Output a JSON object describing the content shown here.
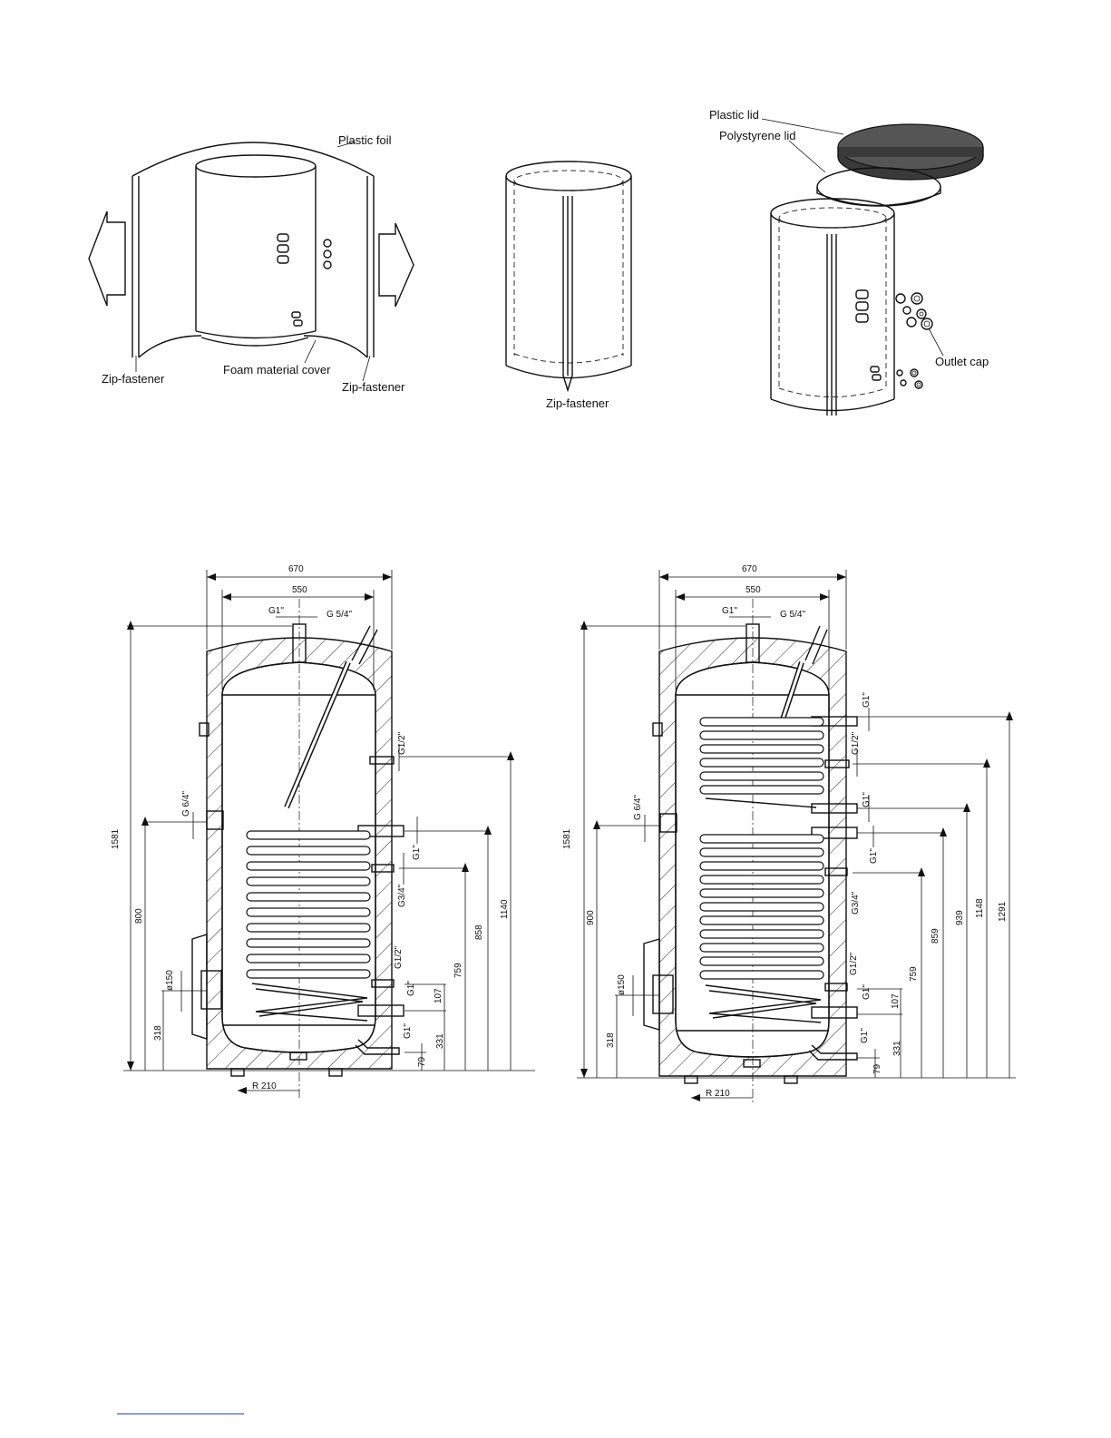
{
  "assembly": {
    "plastic_foil": "Plastic  foil",
    "zip_left": "Zip-fastener",
    "foam_cover": "Foam material cover",
    "zip_right": "Zip-fastener",
    "zip_middle": "Zip-fastener",
    "plastic_lid": "Plastic lid",
    "polystyrene_lid": "Polystyrene lid",
    "outlet_cap": "Outlet cap"
  },
  "drawing_left": {
    "d_outer": "670",
    "d_inner": "550",
    "g1": "G1\"",
    "g54": "G 5/4\"",
    "g12_top": "G1/2\"",
    "g64": "G 6/4\"",
    "g1_coil": "G1\"",
    "g34": "G3/4\"",
    "g12_low": "G1/2\"",
    "g1_low": "G1\"",
    "g1_bottom": "G1\"",
    "d150": "ø150",
    "r210": "R 210",
    "dims": [
      "1581",
      "800",
      "318",
      "1140",
      "858",
      "759",
      "107",
      "331",
      "79"
    ]
  },
  "drawing_right": {
    "d_outer": "670",
    "d_inner": "550",
    "g1": "G1\"",
    "g54": "G 5/4\"",
    "g1_top": "G1\"",
    "g12_top": "G1/2\"",
    "g1_mid": "G1\"",
    "g1_mid2": "G1\"",
    "g64": "G 6/4\"",
    "g34": "G3/4\"",
    "g12_low": "G1/2\"",
    "g1_low": "G1\"",
    "g1_bottom": "G1\"",
    "d150": "ø150",
    "r210": "R 210",
    "dims": [
      "1581",
      "900",
      "318",
      "1291",
      "1148",
      "939",
      "859",
      "759",
      "107",
      "331",
      "79"
    ]
  }
}
